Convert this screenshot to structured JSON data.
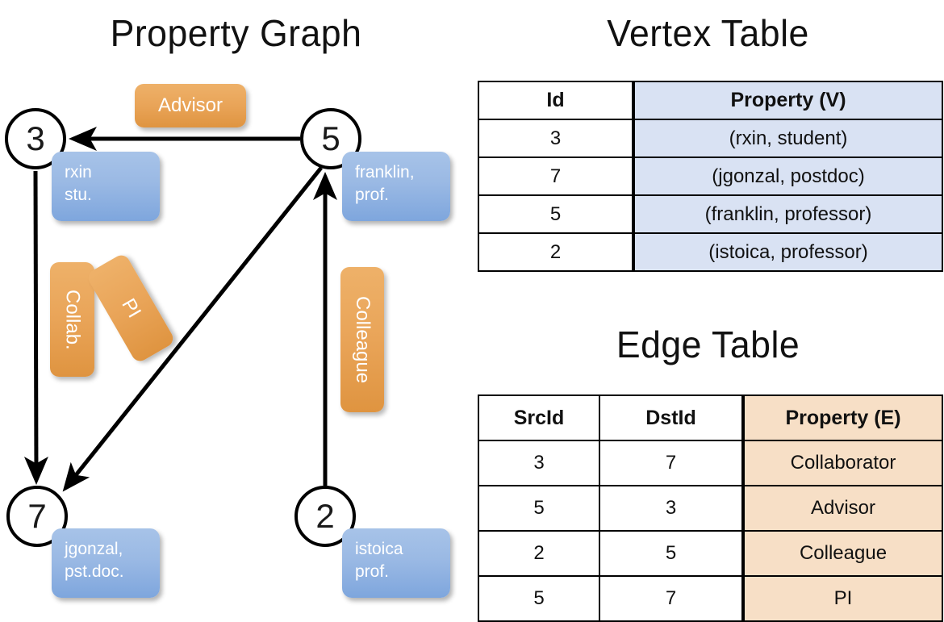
{
  "titles": {
    "property_graph": "Property Graph",
    "vertex_table": "Vertex Table",
    "edge_table": "Edge Table"
  },
  "colors": {
    "vertex_property_fill": "#d9e2f3",
    "edge_property_fill": "#f7dfc6",
    "node_box_blue": "#9ab9e4",
    "edge_label_orange": "#e9a458",
    "stroke": "#000000",
    "background": "#ffffff"
  },
  "graph": {
    "nodes": [
      {
        "id": "3",
        "label": "3",
        "property_lines": [
          "rxin",
          "stu."
        ]
      },
      {
        "id": "5",
        "label": "5",
        "property_lines": [
          "franklin,",
          "prof."
        ]
      },
      {
        "id": "7",
        "label": "7",
        "property_lines": [
          "jgonzal,",
          "pst.doc."
        ]
      },
      {
        "id": "2",
        "label": "2",
        "property_lines": [
          "istoica",
          "prof."
        ]
      }
    ],
    "edge_labels": [
      {
        "name": "advisor",
        "text": "Advisor",
        "orientation": "horizontal"
      },
      {
        "name": "collab",
        "text": "Collab.",
        "orientation": "vertical"
      },
      {
        "name": "pi",
        "text": "PI",
        "orientation": "rotated"
      },
      {
        "name": "colleague",
        "text": "Colleague",
        "orientation": "vertical"
      }
    ],
    "edges": [
      {
        "from": "5",
        "to": "3",
        "label": "Advisor"
      },
      {
        "from": "3",
        "to": "7",
        "label": "Collab."
      },
      {
        "from": "5",
        "to": "7",
        "label": "PI"
      },
      {
        "from": "2",
        "to": "5",
        "label": "Colleague"
      }
    ]
  },
  "vertex_table": {
    "headers": [
      "Id",
      "Property (V)"
    ],
    "rows": [
      {
        "id": "3",
        "property": "(rxin, student)"
      },
      {
        "id": "7",
        "property": "(jgonzal, postdoc)"
      },
      {
        "id": "5",
        "property": "(franklin, professor)"
      },
      {
        "id": "2",
        "property": "(istoica, professor)"
      }
    ]
  },
  "edge_table": {
    "headers": [
      "SrcId",
      "DstId",
      "Property (E)"
    ],
    "rows": [
      {
        "src": "3",
        "dst": "7",
        "property": "Collaborator"
      },
      {
        "src": "5",
        "dst": "3",
        "property": "Advisor"
      },
      {
        "src": "2",
        "dst": "5",
        "property": "Colleague"
      },
      {
        "src": "5",
        "dst": "7",
        "property": "PI"
      }
    ]
  }
}
